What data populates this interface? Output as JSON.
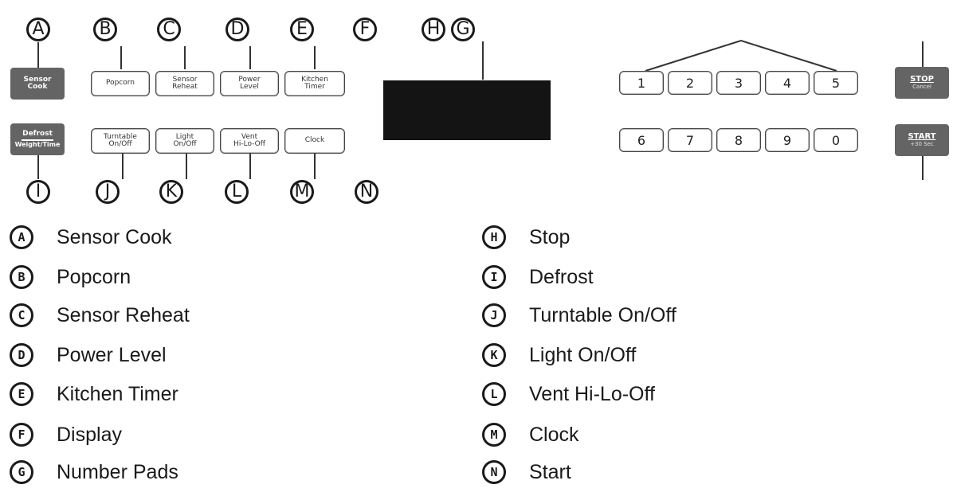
{
  "top_callouts": [
    "A",
    "B",
    "C",
    "D",
    "E",
    "F",
    "H",
    "G"
  ],
  "bottom_callouts": [
    "I",
    "J",
    "K",
    "L",
    "M",
    "N"
  ],
  "panel": {
    "sensor_cook": "Sensor Cook",
    "defrost": {
      "line1": "Defrost",
      "line2": "Weight/Time"
    },
    "row1": [
      {
        "line1": "Popcorn",
        "line2": ""
      },
      {
        "line1": "Sensor",
        "line2": "Reheat"
      },
      {
        "line1": "Power",
        "line2": "Level"
      },
      {
        "line1": "Kitchen",
        "line2": "Timer"
      }
    ],
    "row2": [
      {
        "line1": "Turntable",
        "line2": "On/Off"
      },
      {
        "line1": "Light",
        "line2": "On/Off"
      },
      {
        "line1": "Vent",
        "line2": "Hi-Lo-Off"
      },
      {
        "line1": "Clock",
        "line2": ""
      }
    ],
    "numbers_row1": [
      "1",
      "2",
      "3",
      "4",
      "5"
    ],
    "numbers_row2": [
      "6",
      "7",
      "8",
      "9",
      "0"
    ],
    "stop": {
      "line1": "STOP",
      "line2": "Cancel"
    },
    "start": {
      "line1": "START",
      "line2": "+30 Sec"
    }
  },
  "legend_left": [
    {
      "letter": "A",
      "label": "Sensor Cook"
    },
    {
      "letter": "B",
      "label": "Popcorn"
    },
    {
      "letter": "C",
      "label": "Sensor Reheat"
    },
    {
      "letter": "D",
      "label": "Power Level"
    },
    {
      "letter": "E",
      "label": "Kitchen Timer"
    },
    {
      "letter": "F",
      "label": "Display"
    },
    {
      "letter": "G",
      "label": "Number Pads"
    }
  ],
  "legend_right": [
    {
      "letter": "H",
      "label": "Stop"
    },
    {
      "letter": "I",
      "label": "Defrost"
    },
    {
      "letter": "J",
      "label": "Turntable On/Off"
    },
    {
      "letter": "K",
      "label": "Light On/Off"
    },
    {
      "letter": "L",
      "label": "Vent Hi-Lo-Off"
    },
    {
      "letter": "M",
      "label": "Clock"
    },
    {
      "letter": "N",
      "label": "Start"
    }
  ]
}
